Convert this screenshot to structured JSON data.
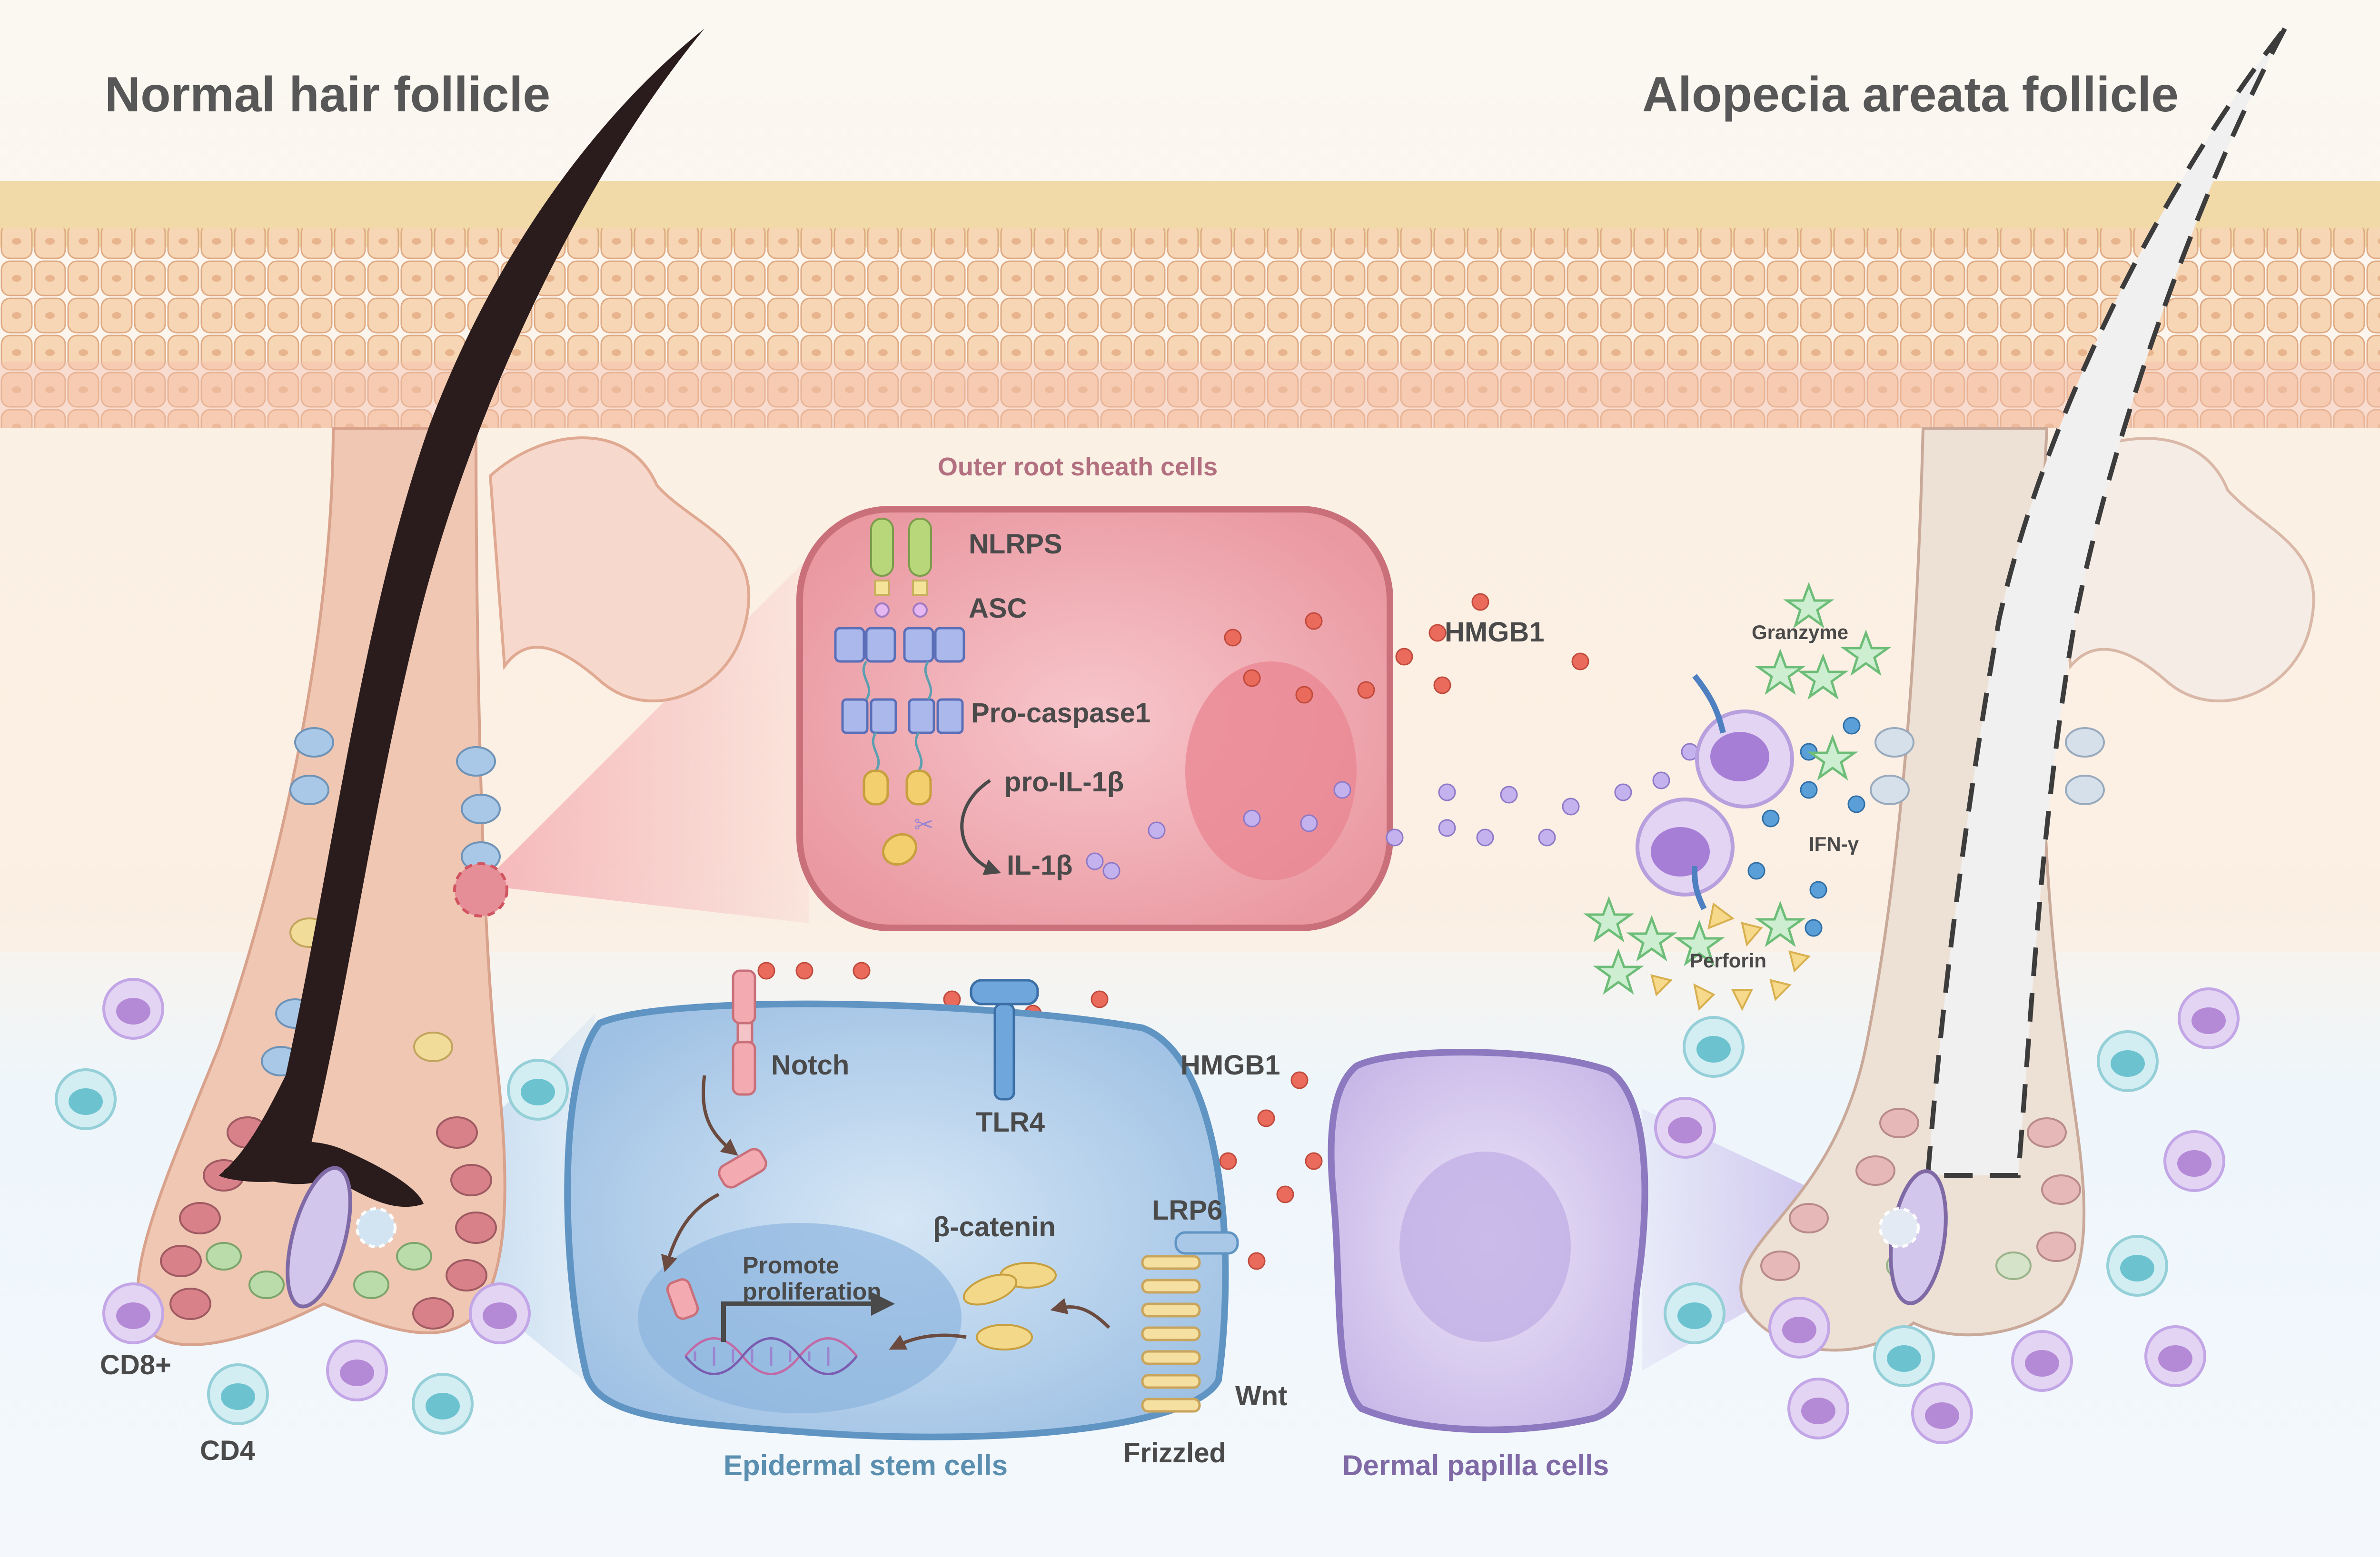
{
  "titles": {
    "left": "Normal hair follicle",
    "right": "Alopecia areata follicle"
  },
  "outer_root_sheath": {
    "title": "Outer root sheath cells",
    "nlrps": "NLRPS",
    "asc": "ASC",
    "pro_caspase1": "Pro-caspase1",
    "pro_il1b": "pro-IL-1β",
    "il1b": "IL-1β",
    "hmgb1": "HMGB1"
  },
  "immune": {
    "granzyme": "Granzyme",
    "ifn_gamma": "IFN-γ",
    "perforin": "Perforin"
  },
  "stem_cells": {
    "title": "Epidermal stem cells",
    "notch": "Notch",
    "tlr4": "TLR4",
    "hmgb1": "HMGB1",
    "lrp6": "LRP6",
    "beta_catenin": "β-catenin",
    "promote_1": "Promote",
    "promote_2": "proliferation",
    "wnt": "Wnt",
    "frizzled": "Frizzled"
  },
  "dermal_papilla": {
    "title": "Dermal papilla cells"
  },
  "legend": {
    "cd8": "CD8+",
    "cd4": "CD4"
  },
  "colors": {
    "ors_cell": "#ee9ea6",
    "stem_cell": "#a9c8e7",
    "papilla_cell": "#d2c6ec",
    "hmgb1_dot": "#ea6a5c",
    "il1b_dot": "#c4b2ee",
    "ifn_dot": "#5a9fd8",
    "hair": "#2a1c1c",
    "cd8": "#b48ad6",
    "cd4": "#6cc3cf"
  }
}
